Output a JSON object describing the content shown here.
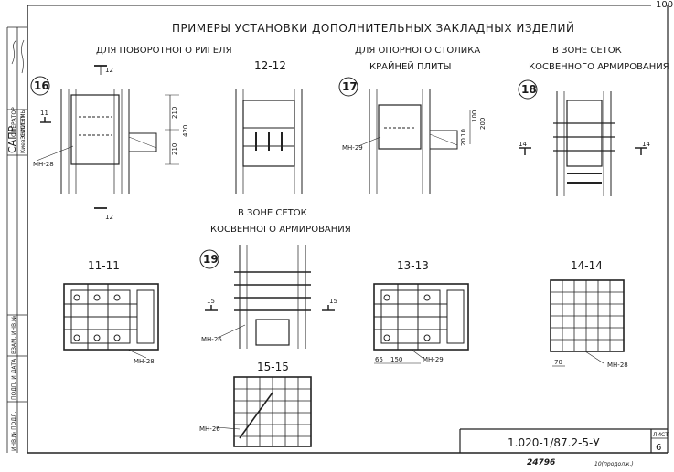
{
  "sheet": {
    "title": "ПРИМЕРЫ УСТАНОВКИ ДОПОЛНИТЕЛЬНЫХ ЗАКЛАДНЫХ ИЗДЕЛИЙ",
    "corner_number": "100",
    "doc_code": "1.020-1/87.2-5-У",
    "sheet_label": "ЛИСТ",
    "sheet_number": "6",
    "handwritten": "24796",
    "handwritten_2": "10(продолж.)"
  },
  "left_stamp": {
    "org": "САПР",
    "org_sub": "КиевЗНИИЭП",
    "operator": "ОПЕРАТОР",
    "system": "СИСТЕМЫ",
    "inv_label": "ИНВ.№ ПОДЛ.",
    "sign_label": "ПОДП. И ДАТА",
    "replace_label": "ВЗАМ. ИНВ.№"
  },
  "sections": {
    "s16": {
      "heading": "ДЛЯ ПОВОРОТНОГО РИГЕЛЯ",
      "num": "16",
      "cut_top": "12",
      "cut_bot": "12",
      "cut_side": "11",
      "dims": [
        "210",
        "420",
        "210"
      ],
      "mark": "МН-28"
    },
    "s1212": {
      "label": "12-12"
    },
    "s17": {
      "heading1": "ДЛЯ ОПОРНОГО СТОЛИКА",
      "heading2": "КРАЙНЕЙ ПЛИТЫ",
      "num": "17",
      "dims": [
        "100",
        "200",
        "10",
        "20"
      ],
      "mark": "МН-29"
    },
    "s18": {
      "heading1": "В ЗОНЕ СЕТОК",
      "heading2": "КОСВЕННОГО АРМИРОВАНИЯ",
      "num": "18",
      "cut": "14"
    },
    "s19": {
      "heading1": "В ЗОНЕ СЕТОК",
      "heading2": "КОСВЕННОГО АРМИРОВАНИЯ",
      "num": "19",
      "cut": "15",
      "mark": "МН-26"
    },
    "s1111": {
      "label": "11-11",
      "mark": "МН-28"
    },
    "s1313": {
      "label": "13-13",
      "mark": "МН-29",
      "dims": [
        "65",
        "150"
      ]
    },
    "s1414": {
      "label": "14-14",
      "mark": "МН-28",
      "dims": [
        "70"
      ]
    },
    "s1515": {
      "label": "15-15",
      "mark": "МН-26"
    }
  }
}
